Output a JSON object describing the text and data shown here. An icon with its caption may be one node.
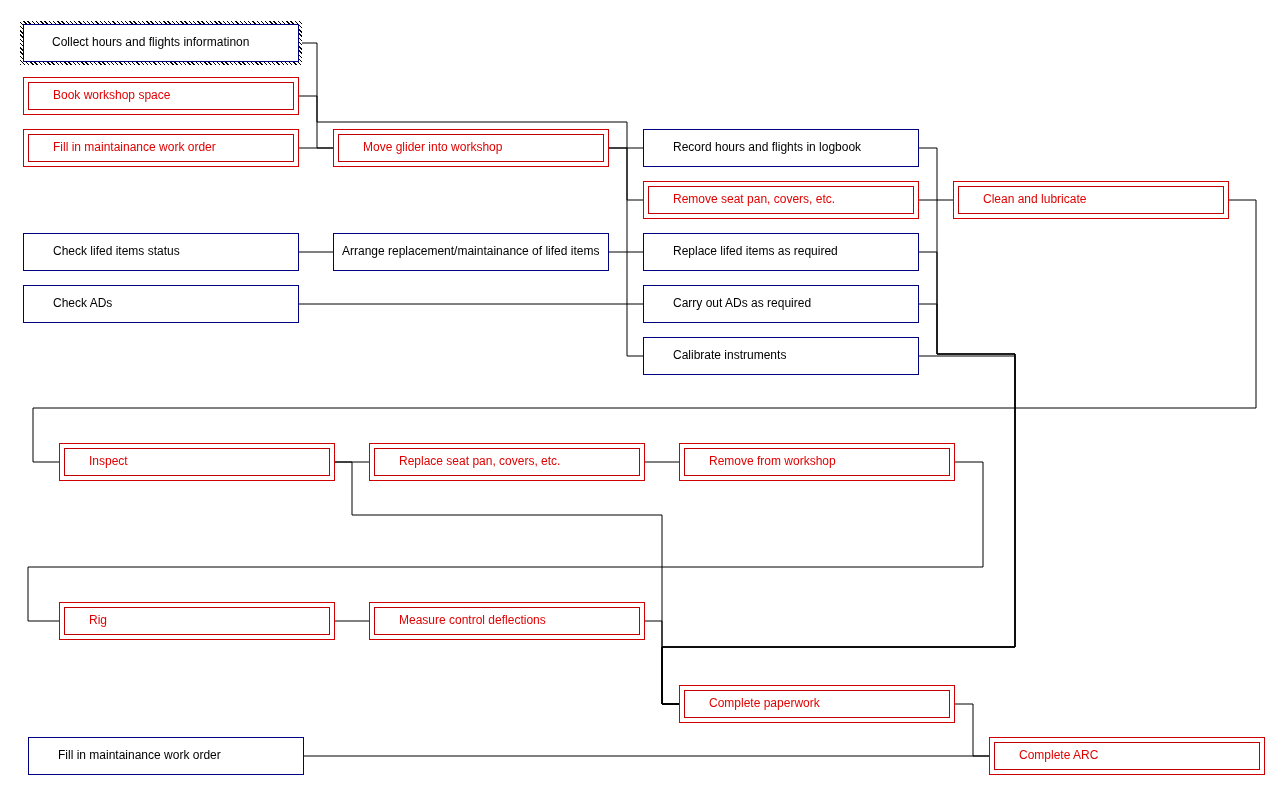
{
  "diagram": {
    "nodes": [
      {
        "text": [
          "Collect hours and flights informatinon"
        ]
      },
      {
        "text": [
          "Book workshop space"
        ]
      },
      {
        "text": [
          "Fill in maintainance work order"
        ]
      },
      {
        "text": [
          "Move glider into workshop"
        ]
      },
      {
        "text": [
          "Record hours and flights in logbook"
        ]
      },
      {
        "text": [
          "Remove seat pan, covers, etc."
        ]
      },
      {
        "text": [
          "Clean and lubricate"
        ]
      },
      {
        "text": [
          "Check lifed items status"
        ]
      },
      {
        "text": [
          "Arrange replacement/maintainance of lifed items"
        ]
      },
      {
        "text": [
          "Replace lifed items as required"
        ]
      },
      {
        "text": [
          "Check ADs"
        ]
      },
      {
        "text": [
          "Carry out ADs as required"
        ]
      },
      {
        "text": [
          "Calibrate instruments"
        ]
      },
      {
        "text": [
          "Inspect"
        ]
      },
      {
        "text": [
          "Replace seat pan, covers, etc."
        ]
      },
      {
        "text": [
          "Remove from workshop"
        ]
      },
      {
        "text": [
          "Rig"
        ]
      },
      {
        "text": [
          "Measure control deflections"
        ]
      },
      {
        "text": [
          "Complete paperwork"
        ]
      },
      {
        "text": [
          "Fill in maintainance work order"
        ]
      },
      {
        "text": [
          "Complete ARC"
        ]
      }
    ],
    "edges": [
      {
        "from": 0,
        "to": 4,
        "arrow": "none"
      },
      {
        "from": 1,
        "to": 3,
        "arrow": "none"
      },
      {
        "from": 2,
        "to": 3,
        "arrow": "none"
      },
      {
        "from": 3,
        "to": 5,
        "arrow": "none"
      },
      {
        "from": 3,
        "to": 12,
        "arrow": "none"
      },
      {
        "from": 4,
        "to": 18,
        "arrow": "none"
      },
      {
        "from": 5,
        "to": 6,
        "arrow": "none"
      },
      {
        "from": 6,
        "to": 13,
        "arrow": "none"
      },
      {
        "from": 7,
        "to": 8,
        "arrow": "none"
      },
      {
        "from": 8,
        "to": 9,
        "arrow": "none"
      },
      {
        "from": 9,
        "to": 18,
        "arrow": "none"
      },
      {
        "from": 10,
        "to": 11,
        "arrow": "none"
      },
      {
        "from": 11,
        "to": 18,
        "arrow": "none"
      },
      {
        "from": 12,
        "to": 18,
        "arrow": "none"
      },
      {
        "from": 13,
        "to": 14,
        "arrow": "none"
      },
      {
        "from": 13,
        "to": 18,
        "arrow": "none"
      },
      {
        "from": 14,
        "to": 15,
        "arrow": "none"
      },
      {
        "from": 15,
        "to": 16,
        "arrow": "none"
      },
      {
        "from": 16,
        "to": 17,
        "arrow": "none"
      },
      {
        "from": 17,
        "to": 18,
        "arrow": "none"
      },
      {
        "from": 18,
        "to": 20,
        "arrow": "none"
      },
      {
        "from": 19,
        "to": 20,
        "arrow": "none"
      }
    ]
  }
}
